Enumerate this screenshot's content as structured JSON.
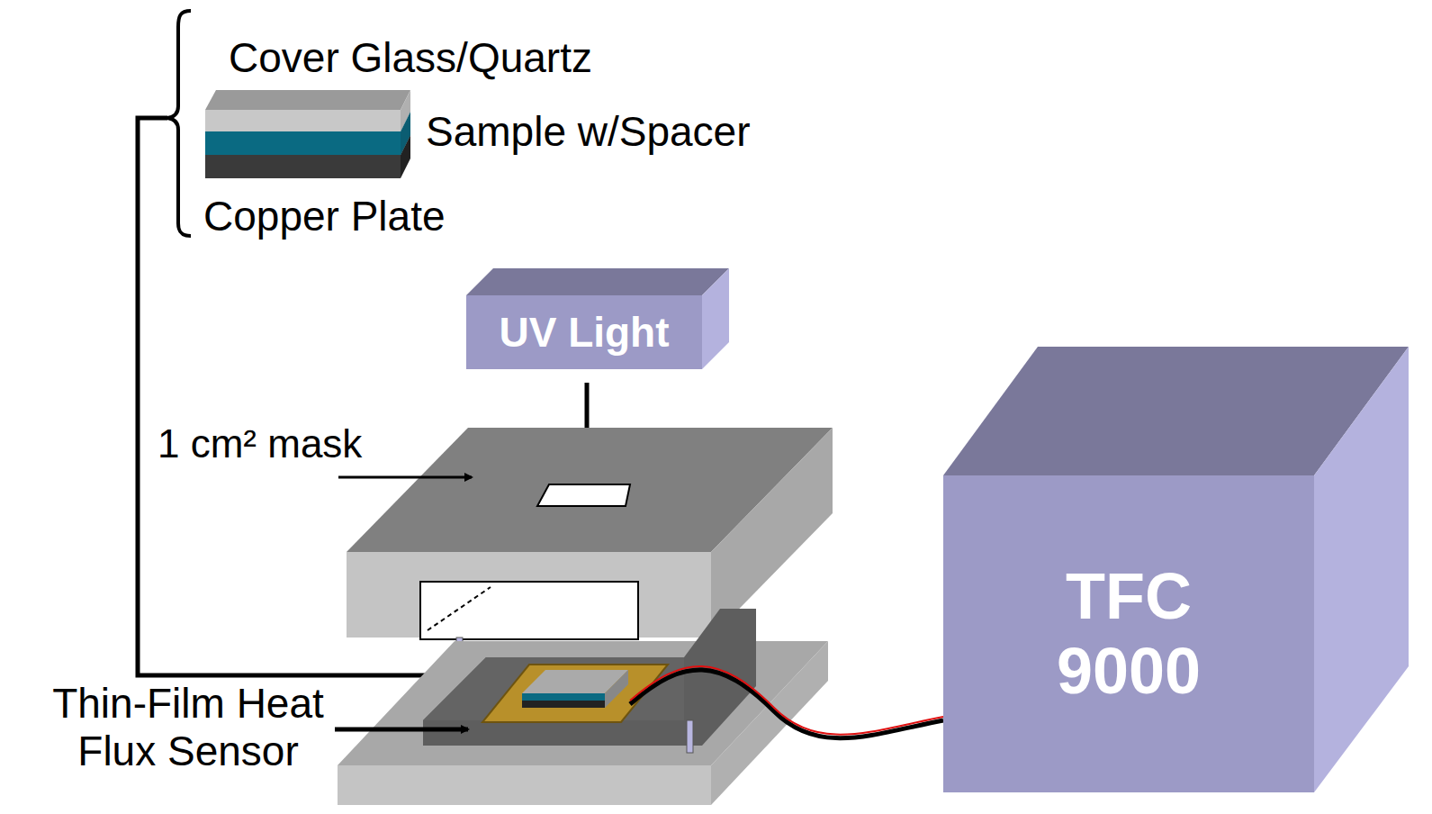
{
  "diagram": {
    "nodes": [
      {
        "text": [
          "UV Light"
        ]
      },
      {
        "text": [
          "TFC 9000"
        ]
      }
    ],
    "labels": [
      "Cover Glass/Quartz",
      "Sample w/Spacer",
      "Copper Plate",
      "1 cm² mask",
      "Thin-Film Heat Flux Sensor"
    ]
  }
}
